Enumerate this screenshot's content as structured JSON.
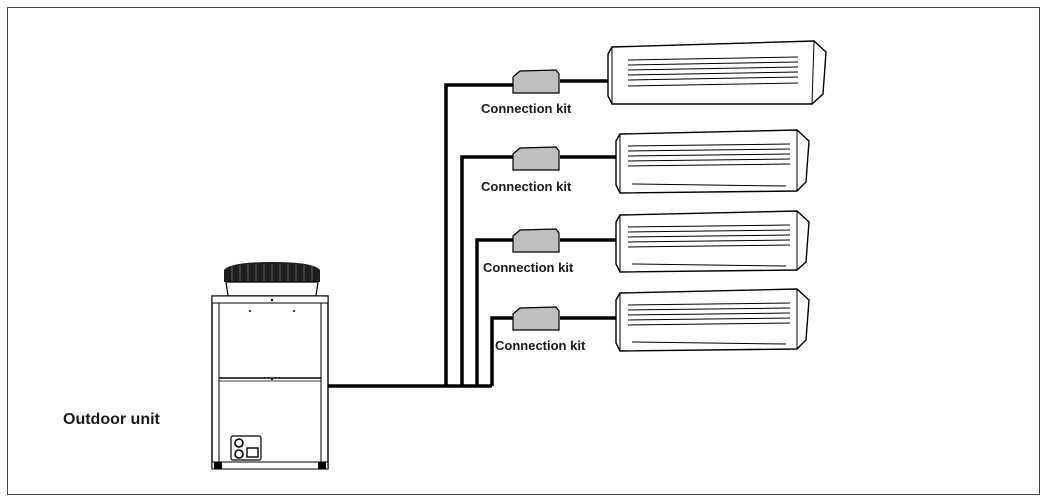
{
  "diagram": {
    "outdoor_unit_label": "Outdoor unit",
    "connection_kit_labels": [
      "Connection kit",
      "Connection kit",
      "Connection kit",
      "Connection kit"
    ],
    "colors": {
      "pipe": "#000000",
      "kit_fill": "#bfbfbf",
      "fan_cap": "#1e1e1e",
      "frame": "#444444"
    },
    "indoor_unit_count": 4
  }
}
